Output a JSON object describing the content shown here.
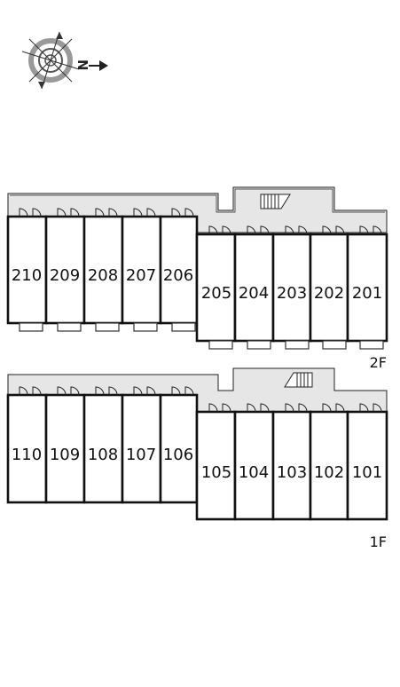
{
  "compass": {
    "icon": "compass-icon",
    "north_letter": "N"
  },
  "floors": [
    {
      "label": "2F",
      "units_upper": [
        "210",
        "209",
        "208",
        "207",
        "206"
      ],
      "units_lower": [
        "205",
        "204",
        "203",
        "202",
        "201"
      ]
    },
    {
      "label": "1F",
      "units_upper": [
        "110",
        "109",
        "108",
        "107",
        "106"
      ],
      "units_lower": [
        "105",
        "104",
        "103",
        "102",
        "101"
      ]
    }
  ]
}
